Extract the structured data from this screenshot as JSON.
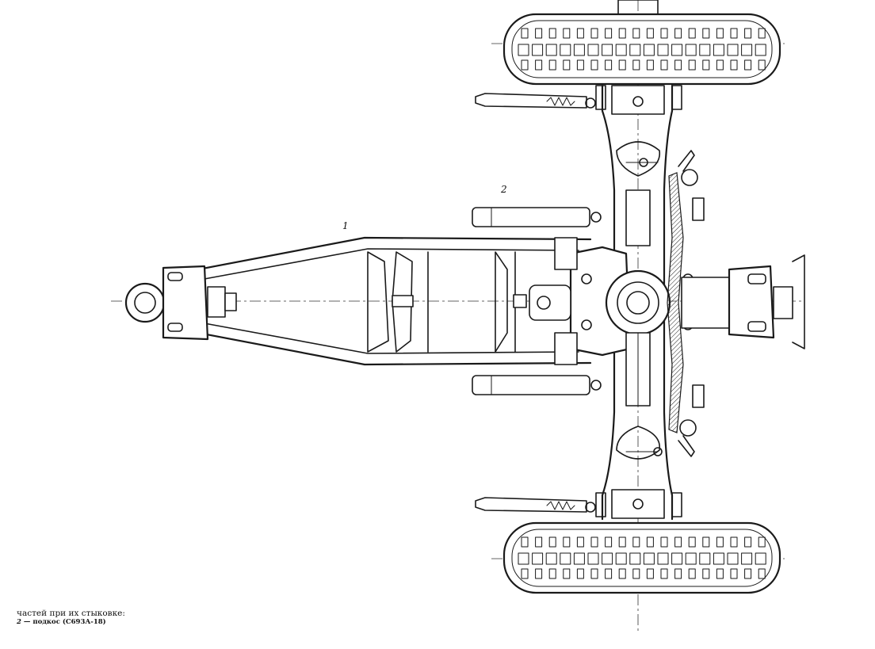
{
  "diagram": {
    "callouts": [
      {
        "id": "1",
        "label": "1"
      },
      {
        "id": "2",
        "label": "2"
      }
    ]
  },
  "caption": {
    "line1": "частей при их стыковке:",
    "line2_num": "2",
    "line2_text": "— подкос (С693А-18)"
  }
}
